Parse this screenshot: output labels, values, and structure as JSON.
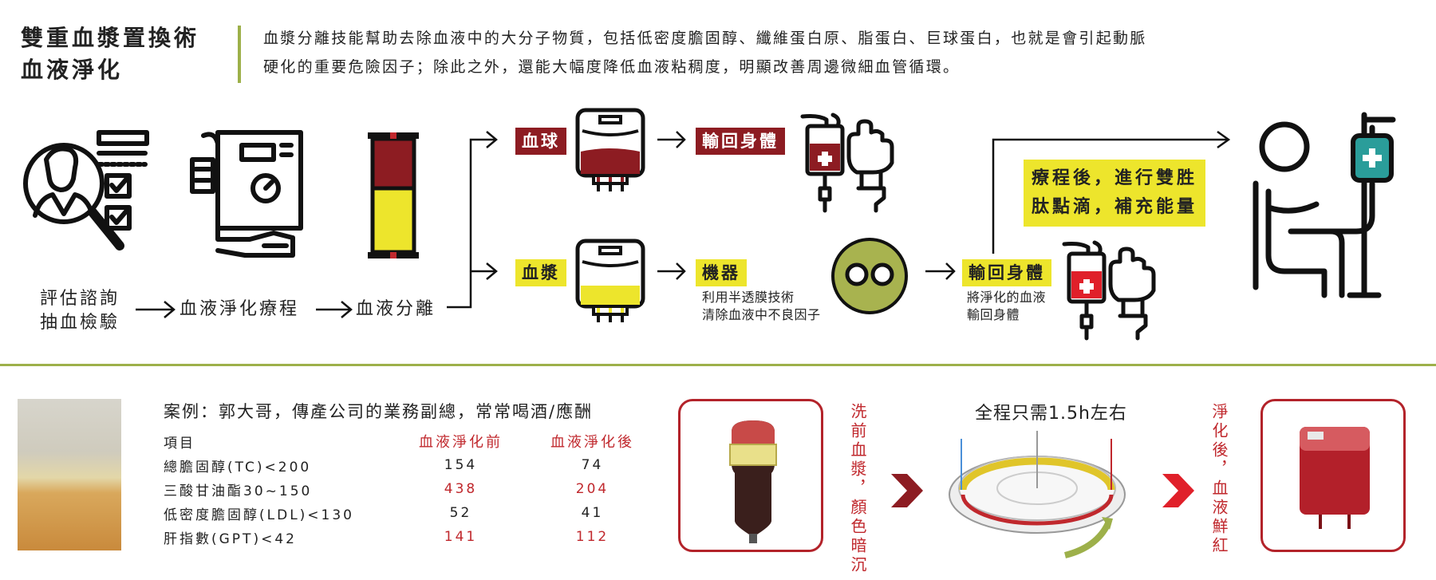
{
  "header": {
    "title_line1": "雙重血漿置換術",
    "title_line2": "血液淨化",
    "intro_line1": "血漿分離技能幫助去除血液中的大分子物質，包括低密度膽固醇、纖維蛋白原、脂蛋白、巨球蛋白，也就是會引起動脈",
    "intro_line2": "硬化的重要危險因子；除此之外，還能大幅度降低血液粘稠度，明顯改善周邊微細血管循環。"
  },
  "flow": {
    "step1_line1": "評估諮詢",
    "step1_line2": "抽血檢驗",
    "step2": "血液淨化療程",
    "step3": "血液分離",
    "branch_cells": "血球",
    "branch_plasma": "血漿",
    "return_body_1": "輸回身體",
    "machine": "機器",
    "machine_note_line1": "利用半透膜技術",
    "machine_note_line2": "清除血液中不良因子",
    "return_body_2": "輸回身體",
    "return_note_line1": "將淨化的血液",
    "return_note_line2": "輸回身體",
    "after_note_line1": "療程後，進行雙胜",
    "after_note_line2": "肽點滴，補充能量"
  },
  "case": {
    "title": "案例：郭大哥，傳產公司的業務副總，常常喝酒/應酬",
    "headers": [
      "項目",
      "血液淨化前",
      "血液淨化後"
    ],
    "rows": [
      [
        "總膽固醇(TC)<200",
        "154",
        "74"
      ],
      [
        "三酸甘油酯30~150",
        "438",
        "204"
      ],
      [
        "低密度膽固醇(LDL)<130",
        "52",
        "41"
      ],
      [
        "肝指數(GPT)<42",
        "141",
        "112"
      ]
    ]
  },
  "compare": {
    "before_label": "洗前血漿，顏色暗沉",
    "middle_title": "全程只需1.5h左右",
    "after_label": "淨化後，血液鮮紅"
  },
  "colors": {
    "accent_green": "#9db04a",
    "dark_red": "#8d1c22",
    "yellow": "#ede52c",
    "red_text": "#c0282d"
  }
}
